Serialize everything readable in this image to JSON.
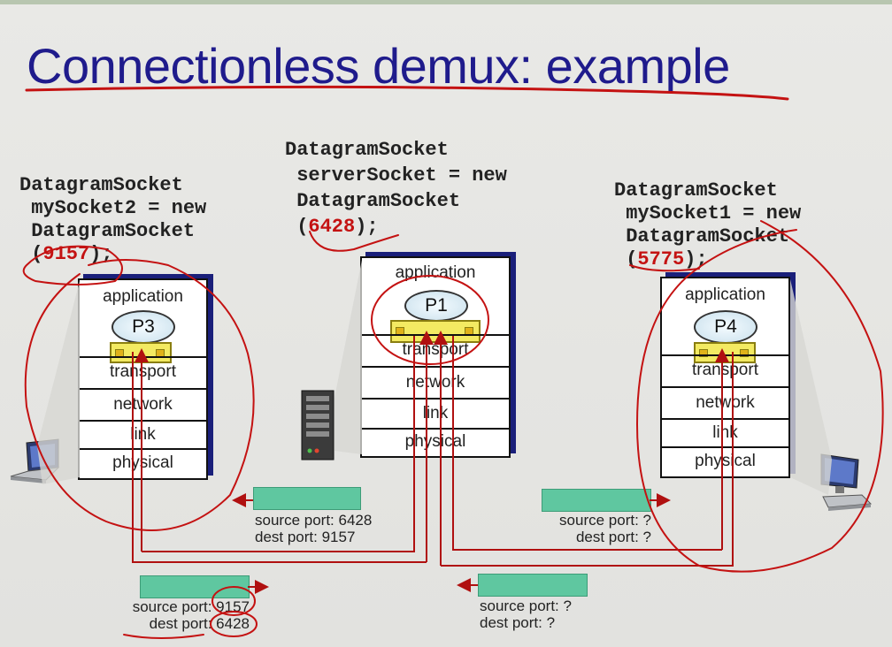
{
  "slide": {
    "title": "Connectionless demux: example"
  },
  "left_host": {
    "code_line1": "DatagramSocket",
    "code_line2": " mySocket2 = new",
    "code_line3": " DatagramSocket",
    "code_paren_open": " (",
    "code_port": "9157",
    "code_paren_close": ");",
    "process": "P3",
    "layers": [
      "application",
      "transport",
      "network",
      "link",
      "physical"
    ]
  },
  "server": {
    "code_line1": "DatagramSocket",
    "code_line2": " serverSocket = new",
    "code_line3": " DatagramSocket",
    "code_paren_open": " (",
    "code_port": "6428",
    "code_paren_close": ");",
    "process": "P1",
    "layers": [
      "application",
      "transport",
      "network",
      "link",
      "physical"
    ]
  },
  "right_host": {
    "code_line1": "DatagramSocket",
    "code_line2": " mySocket1 = new",
    "code_line3": " DatagramSocket",
    "code_paren_open": " (",
    "code_port": "5775",
    "code_paren_close": ");",
    "process": "P4",
    "layers": [
      "application",
      "transport",
      "network",
      "link",
      "physical"
    ]
  },
  "segments": [
    {
      "source": "source port: 6428",
      "dest": "dest port: 9157"
    },
    {
      "source": "source port: ?",
      "dest": "dest port: ?"
    },
    {
      "source": "source port: 9157",
      "dest": "dest port: 6428"
    },
    {
      "source": "source port: ?",
      "dest": "dest port: ?"
    }
  ],
  "colors": {
    "title": "#1f1b8c",
    "port_number": "#c41212",
    "annotation_ink": "#c41212",
    "segment": "#5fc7a0",
    "stack_shadow": "#1a1f7a"
  }
}
